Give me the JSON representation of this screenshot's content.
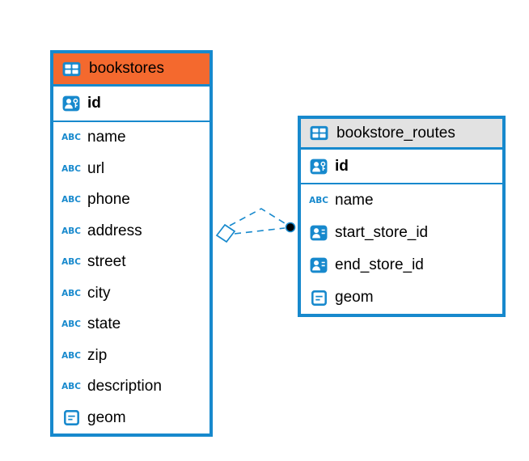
{
  "diagram": {
    "background_color": "#ffffff",
    "accent_color": "#1789cd"
  },
  "icons": {
    "text_label": "ABC"
  },
  "tables": [
    {
      "title": "bookstores",
      "header_color": "#f4692e",
      "header_icon": "table-icon",
      "primary_key": {
        "name": "id",
        "icon": "primary-key-icon"
      },
      "columns": [
        {
          "name": "name",
          "icon": "text-column-icon"
        },
        {
          "name": "url",
          "icon": "text-column-icon"
        },
        {
          "name": "phone",
          "icon": "text-column-icon"
        },
        {
          "name": "address",
          "icon": "text-column-icon"
        },
        {
          "name": "street",
          "icon": "text-column-icon"
        },
        {
          "name": "city",
          "icon": "text-column-icon"
        },
        {
          "name": "state",
          "icon": "text-column-icon"
        },
        {
          "name": "zip",
          "icon": "text-column-icon"
        },
        {
          "name": "description",
          "icon": "text-column-icon"
        },
        {
          "name": "geom",
          "icon": "geometry-column-icon"
        }
      ]
    },
    {
      "title": "bookstore_routes",
      "header_color": "#e2e2e2",
      "header_icon": "table-icon",
      "primary_key": {
        "name": "id",
        "icon": "primary-key-icon"
      },
      "columns": [
        {
          "name": "name",
          "icon": "text-column-icon"
        },
        {
          "name": "start_store_id",
          "icon": "person-reference-icon"
        },
        {
          "name": "end_store_id",
          "icon": "person-reference-icon"
        },
        {
          "name": "geom",
          "icon": "geometry-column-icon"
        }
      ]
    }
  ],
  "relationship": {
    "from_table": "bookstores",
    "to_table": "bookstore_routes",
    "source_marker": "diamond",
    "target_marker": "filled-dot",
    "line_color": "#1789cd",
    "line_style": "dashed"
  }
}
